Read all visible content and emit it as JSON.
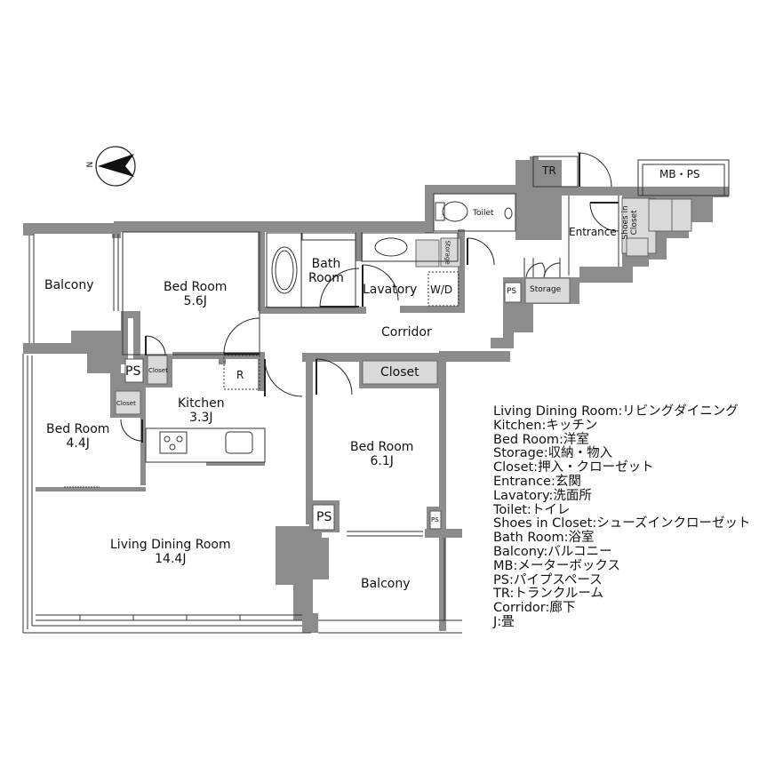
{
  "compass": {
    "label": "N"
  },
  "rooms": {
    "balcony_nw": {
      "name": "Balcony"
    },
    "bedroom_56": {
      "name": "Bed Room",
      "size": "5.6J"
    },
    "bath": {
      "name": "Bath",
      "name2": "Room"
    },
    "lavatory": {
      "name": "Lavatory"
    },
    "wd": {
      "name": "W/D"
    },
    "toilet": {
      "name": "Toilet"
    },
    "storage_small": {
      "name": "Storage"
    },
    "tr": {
      "name": "TR"
    },
    "mbps": {
      "name": "MB・PS"
    },
    "entrance": {
      "name": "Entrance"
    },
    "shoes": {
      "name": "Shoes in",
      "name2": "Closet"
    },
    "ps_corridor": {
      "name": "PS"
    },
    "storage_corridor": {
      "name": "Storage"
    },
    "corridor": {
      "name": "Corridor"
    },
    "ps_kitchen": {
      "name": "PS"
    },
    "closet_small1": {
      "name": "Closet"
    },
    "closet_small2": {
      "name": "Closet"
    },
    "refrigerator": {
      "name": "R"
    },
    "kitchen": {
      "name": "Kitchen",
      "size": "3.3J"
    },
    "bedroom_44": {
      "name": "Bed Room",
      "size": "4.4J"
    },
    "closet_61": {
      "name": "Closet"
    },
    "bedroom_61": {
      "name": "Bed Room",
      "size": "6.1J"
    },
    "ps_bed1": {
      "name": "PS"
    },
    "ps_bed2": {
      "name": "PS"
    },
    "ldr": {
      "name": "Living Dining Room",
      "size": "14.4J"
    },
    "balcony_se": {
      "name": "Balcony"
    }
  },
  "legend": [
    "Living Dining Room:リビングダイニング",
    "Kitchen:キッチン",
    "Bed Room:洋室",
    "Storage:収納・物入",
    "Closet:押入・クローゼット",
    "Entrance:玄関",
    "Lavatory:洗面所",
    "Toilet:トイレ",
    "Shoes in Closet:シューズインクローゼット",
    "Bath Room:浴室",
    "Balcony:バルコニー",
    "MB:メーターボックス",
    "PS:パイプスペース",
    "TR:トランクルーム",
    "Corridor:廊下",
    "J:畳"
  ],
  "colors": {
    "wall": "#8c8c8c",
    "storage_fill": "#d9d9d9",
    "line": "#222222"
  }
}
